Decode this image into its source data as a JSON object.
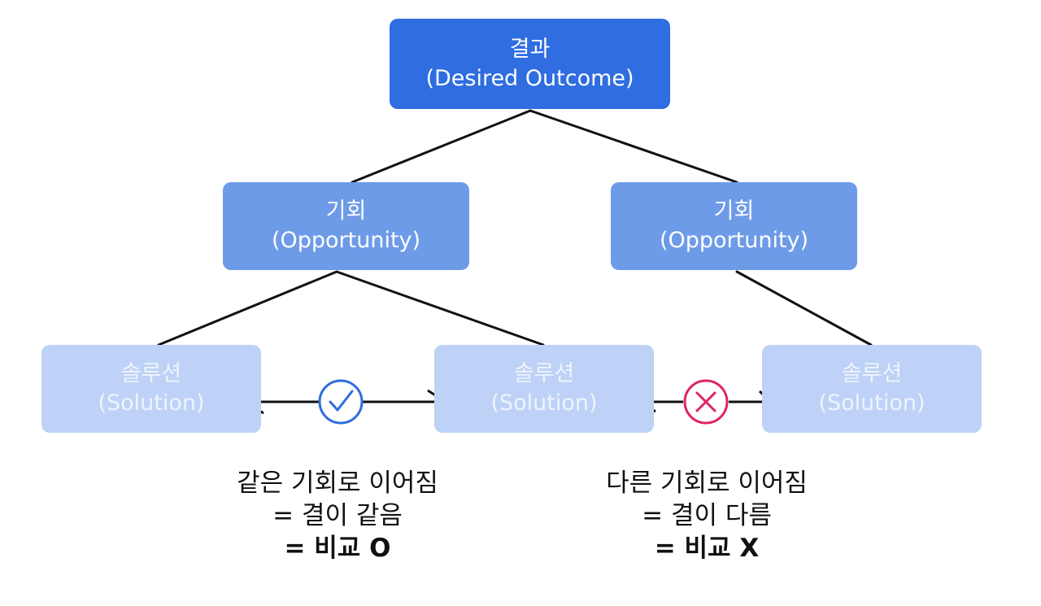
{
  "nodes": {
    "outcome": {
      "line1": "결과",
      "line2": "(Desired Outcome)"
    },
    "opportunity_left": {
      "line1": "기회",
      "line2": "(Opportunity)"
    },
    "opportunity_right": {
      "line1": "기회",
      "line2": "(Opportunity)"
    },
    "solution_1": {
      "line1": "솔루션",
      "line2": "(Solution)"
    },
    "solution_2": {
      "line1": "솔루션",
      "line2": "(Solution)"
    },
    "solution_3": {
      "line1": "솔루션",
      "line2": "(Solution)"
    }
  },
  "comparisons": {
    "left": {
      "icon": "check-circle-icon",
      "color": "#2f6de0"
    },
    "right": {
      "icon": "x-circle-icon",
      "color": "#e0245e"
    }
  },
  "captions": {
    "left": [
      "같은 기회로 이어짐",
      "= 결이 같음",
      "= 비교 O"
    ],
    "right": [
      "다른 기회로 이어짐",
      "= 결이 다름",
      "= 비교 X"
    ]
  },
  "colors": {
    "outcome": "#2f6de0",
    "opportunity": "#6e9be8",
    "solution": "#bdd2f6"
  }
}
